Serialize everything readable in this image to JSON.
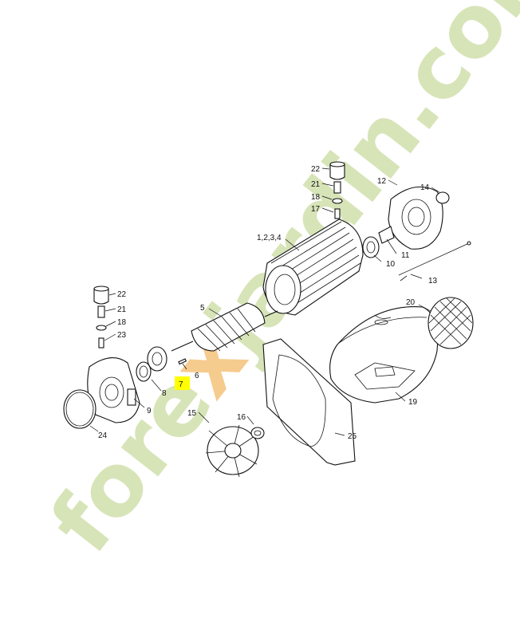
{
  "watermark": {
    "brand_prefix": "fore",
    "brand_highlight": "x",
    "brand_suffix": "jardin.com",
    "colors": {
      "main": "#c9dba0",
      "accent": "#f4c27a",
      "dot_com": "#d3cbbd"
    }
  },
  "highlight_color": "#ffff00",
  "callouts": {
    "c1234": "1,2,3,4",
    "c5": "5",
    "c6": "6",
    "c7": "7",
    "c8": "8",
    "c9": "9",
    "c10": "10",
    "c11": "11",
    "c12": "12",
    "c13": "13",
    "c14": "14",
    "c15": "15",
    "c16": "16",
    "c17": "17",
    "c18_top": "18",
    "c21_top": "21",
    "c22_top": "22",
    "c18_left": "18",
    "c21_left": "21",
    "c22_left": "22",
    "c23": "23",
    "c19": "19",
    "c20": "20",
    "c24": "24",
    "c25": "25"
  },
  "highlighted_part": "7"
}
